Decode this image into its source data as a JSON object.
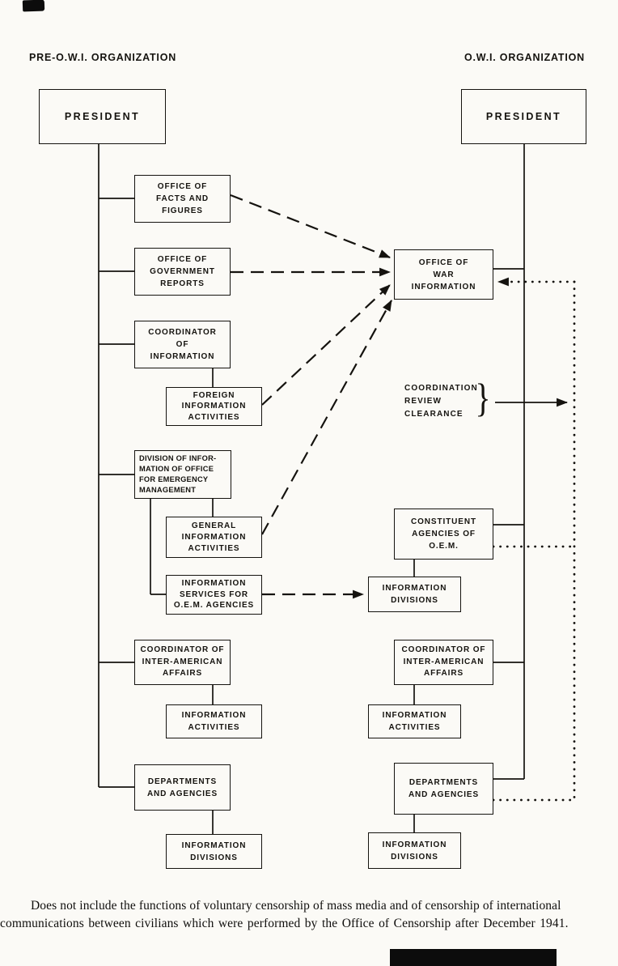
{
  "headers": {
    "pre": "PRE-O.W.I. ORGANIZATION",
    "owi": "O.W.I. ORGANIZATION"
  },
  "boxes": {
    "pre_president": "PRESIDENT",
    "facts_figures": "OFFICE OF\nFACTS AND\nFIGURES",
    "govt_reports": "OFFICE OF\nGOVERNMENT\nREPORTS",
    "coord_information": "COORDINATOR\nOF\nINFORMATION",
    "foreign_info_activities": "FOREIGN\nINFORMATION\nACTIVITIES",
    "division_info_oem": "DIVISION OF INFOR-\nMATION OF OFFICE\nFOR EMERGENCY\nMANAGEMENT",
    "general_info_activities": "GENERAL\nINFORMATION\nACTIVITIES",
    "info_services_oem": "INFORMATION\nSERVICES FOR\nO.E.M. AGENCIES",
    "pre_ciaa": "COORDINATOR OF\nINTER-AMERICAN\nAFFAIRS",
    "pre_info_activities": "INFORMATION\nACTIVITIES",
    "pre_depts_agencies": "DEPARTMENTS\nAND AGENCIES",
    "pre_info_divisions": "INFORMATION\nDIVISIONS",
    "owi_president": "PRESIDENT",
    "owi": "OFFICE OF\nWAR\nINFORMATION",
    "constituent_oem": "CONSTITUENT\nAGENCIES OF\nO.E.M.",
    "oem_info_divisions": "INFORMATION\nDIVISIONS",
    "owi_ciaa": "COORDINATOR OF\nINTER-AMERICAN\nAFFAIRS",
    "owi_info_activities": "INFORMATION\nACTIVITIES",
    "owi_depts_agencies": "DEPARTMENTS\nAND AGENCIES",
    "owi_info_divisions": "INFORMATION\nDIVISIONS"
  },
  "annotations": {
    "coordination": "COORDINATION\nREVIEW\nCLEARANCE",
    "brace": "}"
  },
  "footer": {
    "line1": "Does not include the functions of voluntary censorship of mass media and of censorship of international",
    "line2": "communications between civilians which were performed by the Office of Censorship after December 1941."
  },
  "colors": {
    "ink": "#15130f",
    "paper": "#fbfaf6"
  }
}
